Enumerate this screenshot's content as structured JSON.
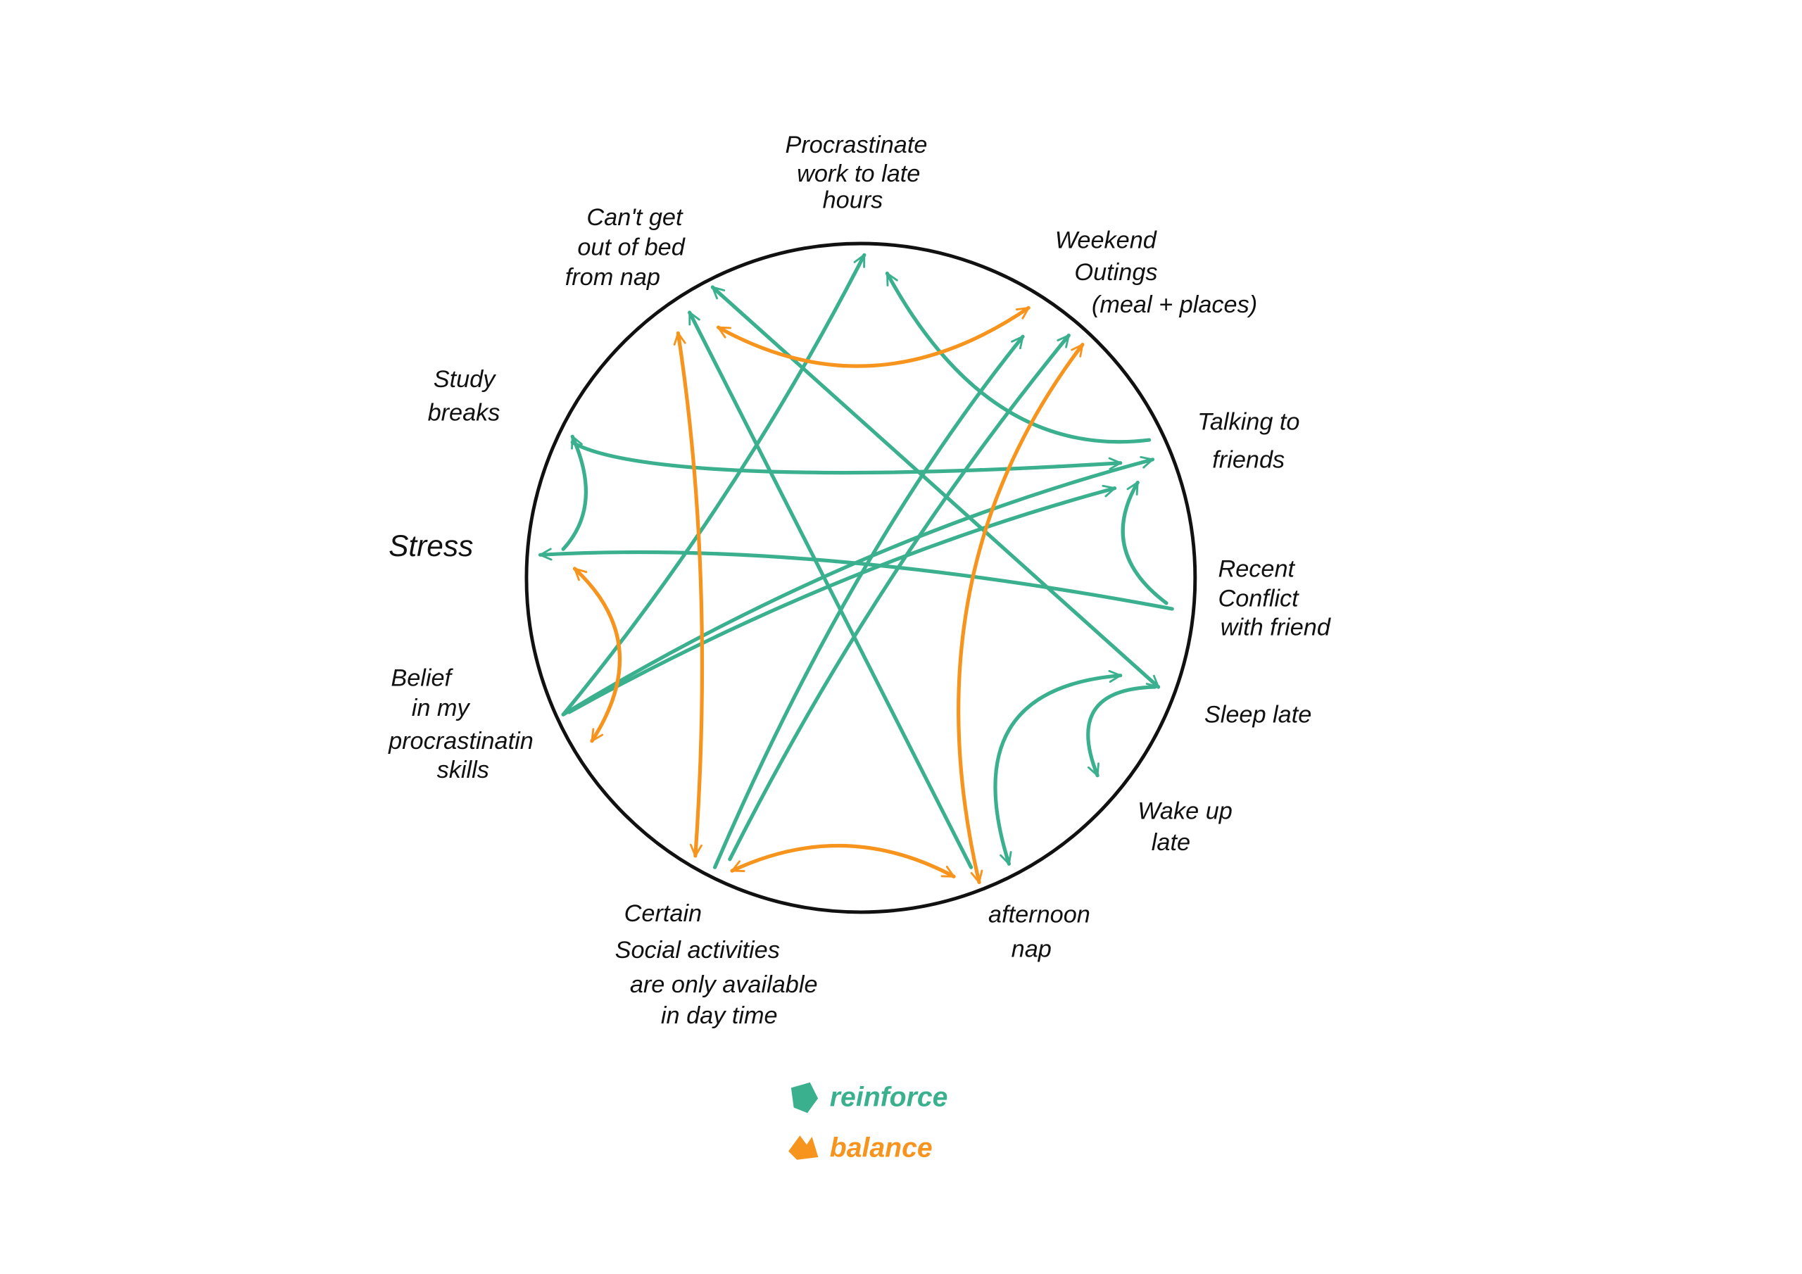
{
  "colors": {
    "reinforce": "#3bb08f",
    "balance": "#f7941d",
    "circle": "#111111"
  },
  "nodes": {
    "procrastinate": [
      "Procrastinate",
      "work to late",
      "hours"
    ],
    "cant_get_out": [
      "Can't get",
      "out of bed",
      "from nap"
    ],
    "weekend": [
      "Weekend",
      "Outings",
      "(meal + places)"
    ],
    "study_breaks": [
      "Study",
      "breaks"
    ],
    "talking": [
      "Talking to",
      "friends"
    ],
    "stress": [
      "Stress"
    ],
    "recent_conflict": [
      "Recent",
      "Conflict",
      "with friend"
    ],
    "belief": [
      "Belief",
      "in my",
      "procrastinatin",
      "skills"
    ],
    "sleep_late": [
      "Sleep late"
    ],
    "wake_up_late": [
      "Wake up",
      "late"
    ],
    "certain_social": [
      "Certain",
      "Social activities",
      "are only available",
      "in day time"
    ],
    "afternoon_nap": [
      "afternoon",
      "nap"
    ]
  },
  "legend": {
    "reinforce": "reinforce",
    "balance": "balance"
  },
  "edges": [
    {
      "from": "belief",
      "to": "procrastinate",
      "type": "reinforce"
    },
    {
      "from": "certain_social",
      "to": "weekend",
      "type": "reinforce"
    },
    {
      "from": "certain_social",
      "to": "weekend",
      "type": "reinforce"
    },
    {
      "from": "cant_get_out",
      "to": "sleep_late",
      "type": "reinforce"
    },
    {
      "from": "afternoon_nap",
      "to": "cant_get_out",
      "type": "reinforce"
    },
    {
      "from": "recent_conflict",
      "to": "stress",
      "type": "reinforce"
    },
    {
      "from": "study_breaks",
      "to": "talking",
      "type": "reinforce"
    },
    {
      "from": "stress",
      "to": "study_breaks",
      "type": "reinforce"
    },
    {
      "from": "talking",
      "to": "procrastinate",
      "type": "reinforce"
    },
    {
      "from": "recent_conflict",
      "to": "talking",
      "type": "reinforce"
    },
    {
      "from": "sleep_late",
      "to": "afternoon_nap",
      "type": "reinforce"
    },
    {
      "from": "sleep_late",
      "to": "wake_up_late",
      "type": "reinforce"
    },
    {
      "from": "belief",
      "to": "talking",
      "type": "reinforce"
    },
    {
      "from": "belief",
      "to": "talking",
      "type": "reinforce"
    },
    {
      "from": "cant_get_out",
      "to": "weekend",
      "type": "balance"
    },
    {
      "from": "cant_get_out",
      "to": "certain_social",
      "type": "balance"
    },
    {
      "from": "stress",
      "to": "belief",
      "type": "balance"
    },
    {
      "from": "certain_social",
      "to": "afternoon_nap",
      "type": "balance"
    },
    {
      "from": "afternoon_nap",
      "to": "weekend",
      "type": "balance"
    }
  ]
}
